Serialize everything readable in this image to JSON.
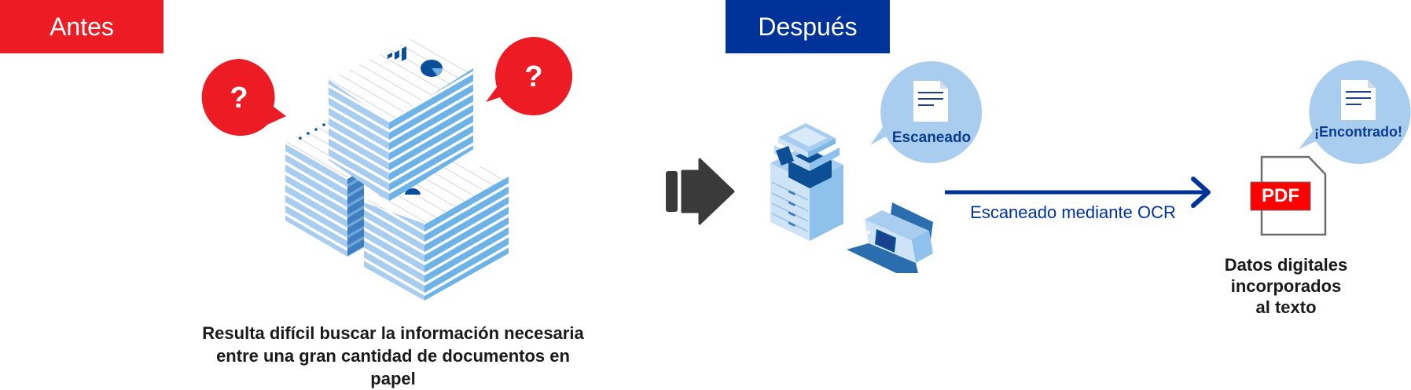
{
  "before": {
    "header_label": "Antes",
    "caption_lines": [
      "Resulta difícil buscar la información necesaria",
      "entre una gran cantidad de documentos en",
      "papel"
    ],
    "bubble_icon": "question-mark-icon",
    "bubble_glyph": "?"
  },
  "transition": {
    "icon": "right-arrow-icon"
  },
  "after": {
    "header_label": "Después",
    "scan_bubble_label": "Escaneado",
    "ocr_label": "Escaneado mediante OCR",
    "found_bubble_label": "¡Encontrado!",
    "pdf_label": "PDF",
    "caption_lines": [
      "Datos digitales",
      "incorporados",
      "al texto"
    ]
  },
  "colors": {
    "before_red": "#ED1C24",
    "after_blue": "#003399",
    "paper_light": "#A9CDEF",
    "paper_mid": "#6DB3E8",
    "paper_dark": "#3F7FC0",
    "bubble_light_blue": "#A9CDEF",
    "arrow_gray": "#3A3A3A",
    "pdf_red": "#FF0000"
  }
}
